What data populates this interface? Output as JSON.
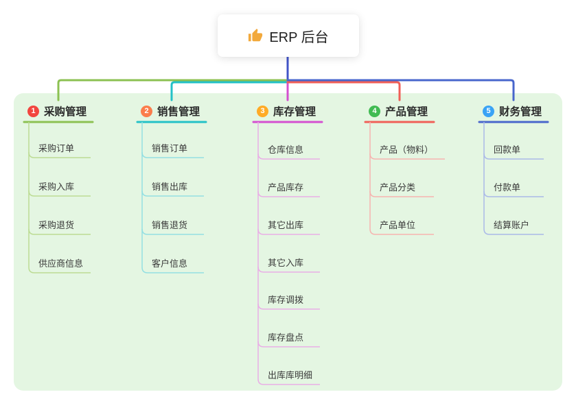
{
  "root": {
    "label": "ERP 后台",
    "icon": "thumbs-up-icon",
    "icon_color": "#f2a93c"
  },
  "colors": {
    "stem": "#4153c8",
    "panel_bg": "#e4f6e2"
  },
  "branches": [
    {
      "number": "1",
      "title": "采购管理",
      "badge_color": "#f2463f",
      "line_color": "#8cc152",
      "child_line_color": "#bcdc93",
      "children": [
        "采购订单",
        "采购入库",
        "采购退货",
        "供应商信息"
      ]
    },
    {
      "number": "2",
      "title": "销售管理",
      "badge_color": "#fb7d4c",
      "line_color": "#23c1c7",
      "child_line_color": "#93dfe2",
      "children": [
        "销售订单",
        "销售出库",
        "销售退货",
        "客户信息"
      ]
    },
    {
      "number": "3",
      "title": "库存管理",
      "badge_color": "#ffab26",
      "line_color": "#d44fd0",
      "child_line_color": "#e9aee6",
      "children": [
        "仓库信息",
        "产品库存",
        "其它出库",
        "其它入库",
        "库存调拨",
        "库存盘点",
        "出库库明细"
      ]
    },
    {
      "number": "4",
      "title": "产品管理",
      "badge_color": "#41bb53",
      "line_color": "#f05f57",
      "child_line_color": "#f6b3af",
      "children": [
        "产品（物料）",
        "产品分类",
        "产品单位"
      ]
    },
    {
      "number": "5",
      "title": "财务管理",
      "badge_color": "#3aa3f5",
      "line_color": "#4866cc",
      "child_line_color": "#aab9e8",
      "children": [
        "回款单",
        "付款单",
        "结算账户"
      ]
    }
  ]
}
